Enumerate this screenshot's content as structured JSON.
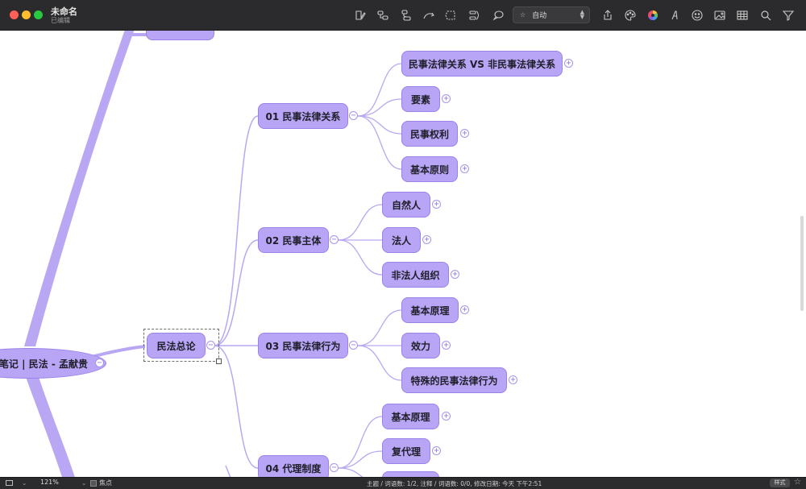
{
  "window": {
    "title": "未命名",
    "subtitle": "已编辑"
  },
  "toolbar": {
    "icons": [
      "topic-icon",
      "subtopic-icon",
      "relationship-icon",
      "boundary-icon",
      "summary-icon",
      "callout-icon",
      "label-icon"
    ],
    "style_select": {
      "star": "☆",
      "value": "自动"
    },
    "right_icons": [
      "share-icon",
      "palette-icon",
      "color-wheel-icon",
      "font-icon",
      "emoji-icon",
      "image-icon",
      "table-icon",
      "search-icon",
      "filter-icon"
    ]
  },
  "map": {
    "root": {
      "label": "笔记 | 民法 - 孟献贵"
    },
    "central": {
      "label": "民法总论"
    },
    "branches": [
      {
        "label": "01 民事法律关系",
        "children": [
          "民事法律关系 VS 非民事法律关系",
          "要素",
          "民事权利",
          "基本原则"
        ]
      },
      {
        "label": "02 民事主体",
        "children": [
          "自然人",
          "法人",
          "非法人组织"
        ]
      },
      {
        "label": "03 民事法律行为",
        "children": [
          "基本原理",
          "效力",
          "特殊的民事法律行为"
        ]
      },
      {
        "label": "04 代理制度",
        "children": [
          "基本原理",
          "复代理"
        ]
      }
    ]
  },
  "colors": {
    "node_fill": "#b9a5f5",
    "node_border": "#9a82ea",
    "edge": "#b9a7f4"
  },
  "statusbar": {
    "zoom": "121%",
    "focus_label": "焦点",
    "info": "主题 / 词语数: 1/2, 注释 / 词语数: 0/0, 修改日期: 今天 下午2:51",
    "style_button": "样式"
  }
}
